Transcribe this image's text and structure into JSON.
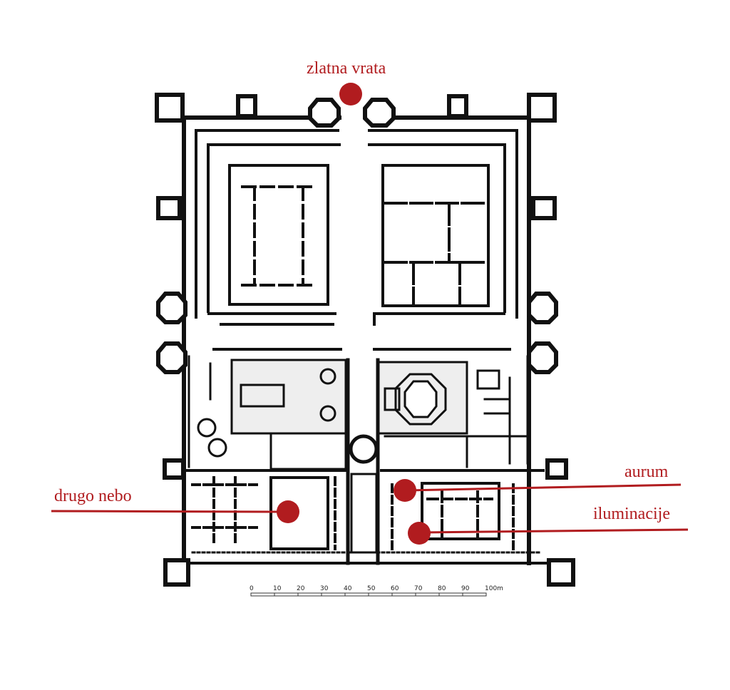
{
  "colors": {
    "accent": "#b11c1f",
    "ink": "#111111"
  },
  "labels": {
    "golden_gate": "zlatna vrata",
    "second_heaven": "drugo nebo",
    "aurum": "aurum",
    "illumination": "iluminacije"
  },
  "scale_bar": {
    "ticks": [
      "0",
      "10",
      "20",
      "30",
      "40",
      "50",
      "60",
      "70",
      "80",
      "90",
      "100m"
    ]
  }
}
